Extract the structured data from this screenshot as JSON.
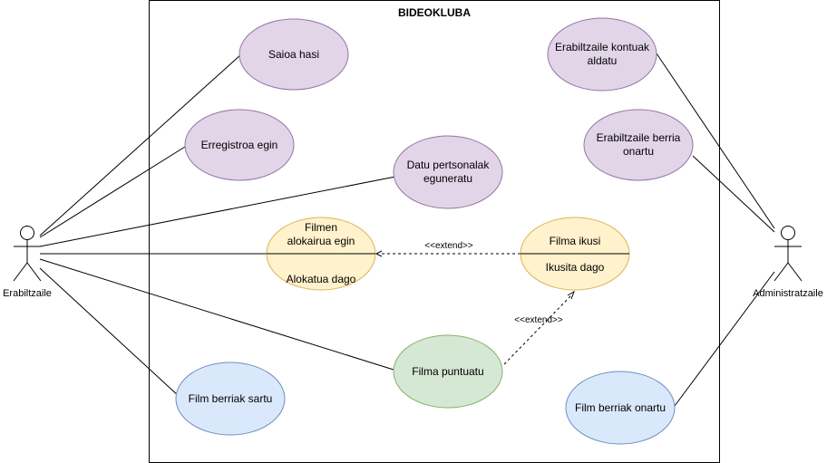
{
  "diagram": {
    "system_title": "BIDEOKLUBA",
    "actors": {
      "user": "Erabiltzaile",
      "admin": "Administratzaile"
    },
    "use_cases": {
      "login": "Saioa hasi",
      "register": "Erregistroa egin",
      "update_data": [
        "Datu pertsonalak",
        "eguneratu"
      ],
      "rent": [
        "Filmen",
        "alokairua egin"
      ],
      "rented": "Alokatua dago",
      "watch": "Filma ikusi",
      "watched": "Ikusita dago",
      "rate": "Filma puntuatu",
      "add_films": "Film berriak sartu",
      "change_accounts": [
        "Erabiltzaile kontuak",
        "aldatu"
      ],
      "approve_user": [
        "Erabiltzaile berria",
        "onartu"
      ],
      "approve_films": "Film berriak onartu"
    },
    "relations": {
      "extend_1": "<<extend>>",
      "extend_2": "<<extend>>"
    },
    "colors": {
      "purple_fill": "#e1d5e7",
      "purple_stroke": "#9673a6",
      "yellow_fill": "#fff2cc",
      "yellow_stroke": "#d6b656",
      "green_fill": "#d5e8d4",
      "green_stroke": "#82b366",
      "blue_fill": "#dae8fc",
      "blue_stroke": "#6c8ebf"
    }
  }
}
